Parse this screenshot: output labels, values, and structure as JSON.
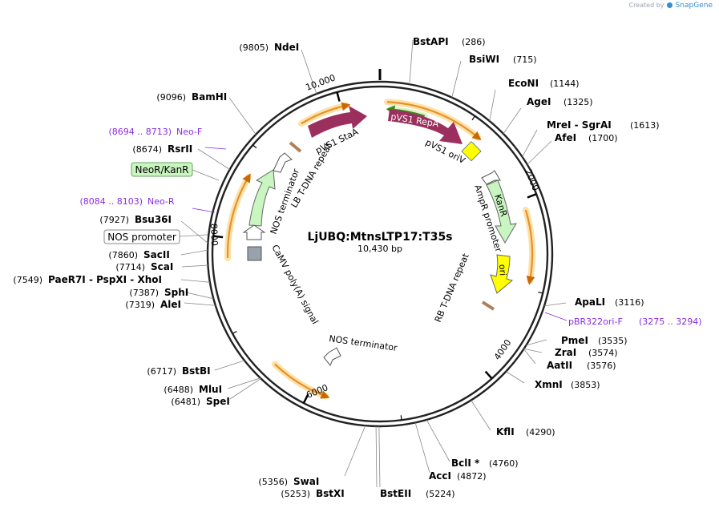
{
  "credit": {
    "prefix": "Created by",
    "brand": "SnapGene"
  },
  "plasmid": {
    "name": "LjUBQ:MtnsLTP17:T35s",
    "size_label": "10,430 bp",
    "length": 10430
  },
  "tick_labels": [
    "2000",
    "4000",
    "6000",
    "8000",
    "10,000"
  ],
  "sites": [
    {
      "name": "BstAPI",
      "pos": "(286)"
    },
    {
      "name": "BsiWI",
      "pos": "(715)"
    },
    {
      "name": "EcoNI",
      "pos": "(1144)"
    },
    {
      "name": "AgeI",
      "pos": "(1325)"
    },
    {
      "name": "MreI - SgrAI",
      "pos": "(1613)"
    },
    {
      "name": "AfeI",
      "pos": "(1700)"
    },
    {
      "name": "ApaLI",
      "pos": "(3116)"
    },
    {
      "name": "PmeI",
      "pos": "(3535)"
    },
    {
      "name": "ZraI",
      "pos": "(3574)"
    },
    {
      "name": "AatII",
      "pos": "(3576)"
    },
    {
      "name": "XmnI",
      "pos": "(3853)"
    },
    {
      "name": "KflI",
      "pos": "(4290)"
    },
    {
      "name": "BclI *",
      "pos": "(4760)"
    },
    {
      "name": "AccI",
      "pos": "(4872)"
    },
    {
      "name": "BstEII",
      "pos": "(5224)"
    },
    {
      "name": "BstXI",
      "pos": "(5253)"
    },
    {
      "name": "SwaI",
      "pos": "(5356)"
    },
    {
      "name": "SpeI",
      "pos": "(6481)"
    },
    {
      "name": "MluI",
      "pos": "(6488)"
    },
    {
      "name": "BstBI",
      "pos": "(6717)"
    },
    {
      "name": "AleI",
      "pos": "(7319)"
    },
    {
      "name": "SphI",
      "pos": "(7387)"
    },
    {
      "name": "PaeR7I - PspXI - XhoI",
      "pos": "(7549)"
    },
    {
      "name": "ScaI",
      "pos": "(7714)"
    },
    {
      "name": "SacII",
      "pos": "(7860)"
    },
    {
      "name": "Bsu36I",
      "pos": "(7927)"
    },
    {
      "name": "RsrII",
      "pos": "(8674)"
    },
    {
      "name": "BamHI",
      "pos": "(9096)"
    },
    {
      "name": "NdeI",
      "pos": "(9805)"
    }
  ],
  "primers": [
    {
      "name": "Neo-F",
      "range": "(8694 .. 8713)"
    },
    {
      "name": "Neo-R",
      "range": "(8084 .. 8103)"
    },
    {
      "name": "pBR322ori-F",
      "range": "(3275 .. 3294)"
    }
  ],
  "outer_features": [
    {
      "name": "NeoR/KanR",
      "color": "#c9f5c0"
    },
    {
      "name": "NOS promoter",
      "color": "#ffffff"
    }
  ],
  "inner_labels": {
    "pvs1_repa": "pVS1 RepA",
    "pvs1_sta": "pVS1 StaA",
    "pvs1_ori": "pVS1 oriV",
    "lb": "LB T-DNA repeat",
    "kanr": "KanR",
    "ampr_promoter": "AmpR promoter",
    "ori": "ori",
    "rb": "RB T-DNA repeat",
    "nos_term1": "NOS terminator",
    "nos_term2": "NOS terminator",
    "camv": "CaMV poly(A) signal"
  },
  "colors": {
    "pvs1": "#9b2f5e",
    "green_feature": "#c9f5c0",
    "ori_yellow": "#ffff00",
    "orf_orange": "#e8902a",
    "orf_glow": "#fde2a8",
    "primer": "#8a2be2",
    "terminator_gray": "#98a2ad"
  }
}
